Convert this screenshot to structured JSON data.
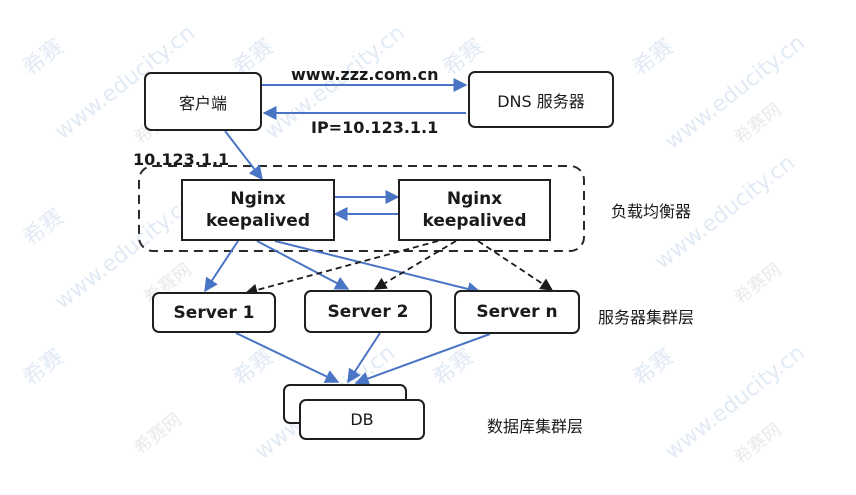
{
  "nodes": {
    "client": "客户端",
    "dns": "DNS 服务器",
    "nginx1": {
      "line1": "Nginx",
      "line2": "keepalived"
    },
    "nginx2": {
      "line1": "Nginx",
      "line2": "keepalived"
    },
    "server1": "Server 1",
    "server2": "Server 2",
    "servern": "Server n",
    "db": "DB"
  },
  "edge_labels": {
    "domain": "www.zzz.com.cn",
    "ip_reply": "IP=10.123.1.1",
    "client_ip": "10.123.1.1"
  },
  "layer_labels": {
    "load_balancer": "负载均衡器",
    "server_cluster": "服务器集群层",
    "db_cluster": "数据库集群层"
  },
  "watermark": {
    "brand": "希赛",
    "site": "www.educity.cn",
    "short": "希赛网"
  },
  "colors": {
    "arrow": "#4a74c4",
    "border": "#1f1f1f",
    "dashed": "#2a2a2a",
    "watermark": "#c9d9ee"
  }
}
